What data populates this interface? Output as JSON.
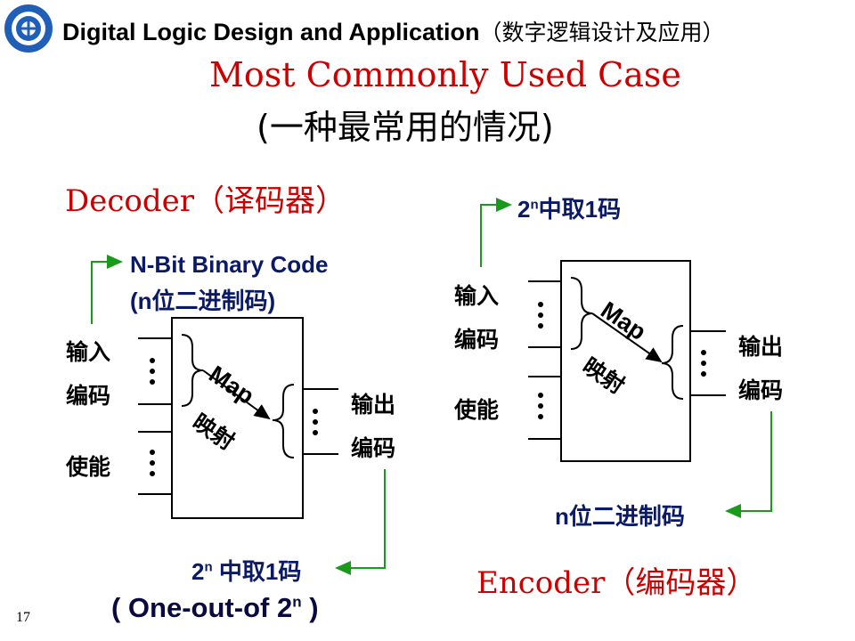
{
  "header": {
    "title": "Digital Logic Design and Application",
    "title_cn": "（数字逻辑设计及应用）"
  },
  "slide": {
    "heading": "Most Commonly Used Case",
    "subheading": "(一种最常用的情况)",
    "page_number": "17"
  },
  "decoder": {
    "title": "Decoder（译码器）",
    "input_code_line1": "N-Bit Binary Code",
    "input_code_line2": "(n位二进制码)",
    "input_label_1": "输入",
    "input_label_2": "编码",
    "enable_label": "使能",
    "map_label": "Map",
    "map_cn": "映射",
    "output_label_1": "输出",
    "output_label_2": "编码",
    "output_code_base": "2",
    "output_code_exp": "n",
    "output_code_suffix": " 中取1码",
    "note_prefix": "( One-out-of 2",
    "note_exp": "n",
    "note_suffix": " )"
  },
  "encoder": {
    "title": "Encoder（编码器）",
    "input_code_base": "2",
    "input_code_exp": "n",
    "input_code_suffix": "中取1码",
    "input_label_1": "输入",
    "input_label_2": "编码",
    "enable_label": "使能",
    "map_label": "Map",
    "map_cn": "映射",
    "output_label_1": "输出",
    "output_label_2": "编码",
    "output_code": "n位二进制码"
  },
  "colors": {
    "title_red": "#cc0000",
    "code_navy": "#0a1a66",
    "arrow_green": "#1a9a1a"
  }
}
